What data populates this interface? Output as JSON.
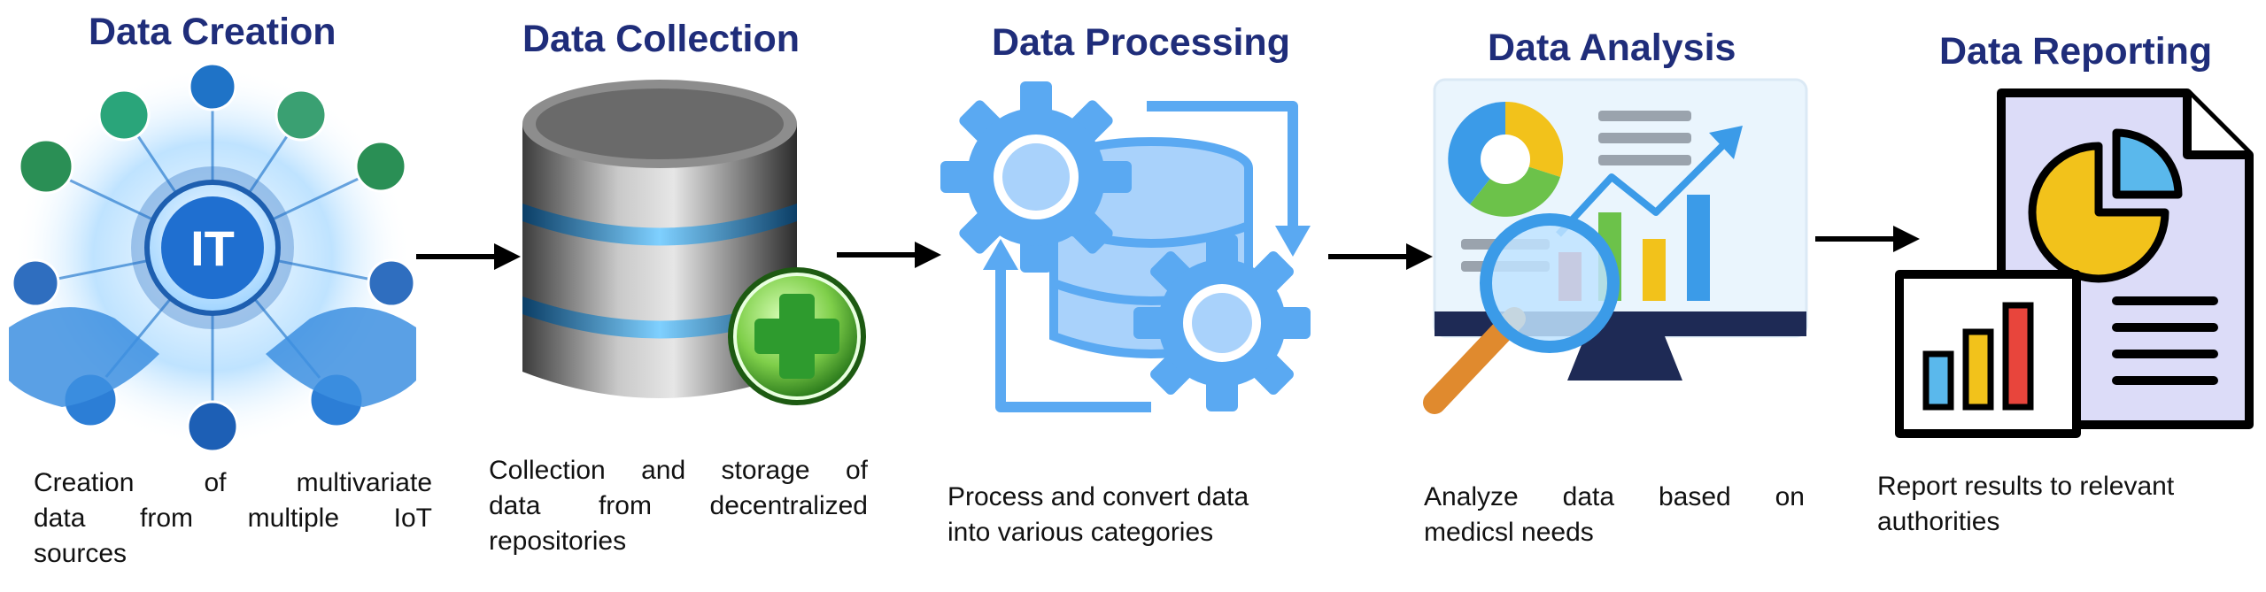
{
  "stages": [
    {
      "title": "Data Creation",
      "icon": "iot-network-icon",
      "desc_lines": [
        "Creation of multivariate",
        "data from multiple IoT",
        "sources"
      ]
    },
    {
      "title": "Data Collection",
      "icon": "database-plus-icon",
      "desc_lines": [
        "Collection and storage of",
        "data from decentralized",
        "repositories"
      ]
    },
    {
      "title": "Data Processing",
      "icon": "gears-database-icon",
      "desc_lines": [
        "Process and convert data",
        "into various categories"
      ]
    },
    {
      "title": "Data Analysis",
      "icon": "monitor-analytics-icon",
      "desc_lines": [
        "Analyze data based on",
        "medicsl needs"
      ]
    },
    {
      "title": "Data Reporting",
      "icon": "report-document-icon",
      "desc_lines": [
        "Report results to relevant",
        "authorities"
      ]
    }
  ],
  "hub_label": "IT",
  "colors": {
    "title": "#1f2d7a",
    "blue_icon": "#5aa9f2",
    "light_blue": "#a9d2fb",
    "green_plus": "#2e9b2e",
    "yellow": "#f2c21b",
    "red": "#e8453c",
    "navy": "#1e2a55"
  }
}
